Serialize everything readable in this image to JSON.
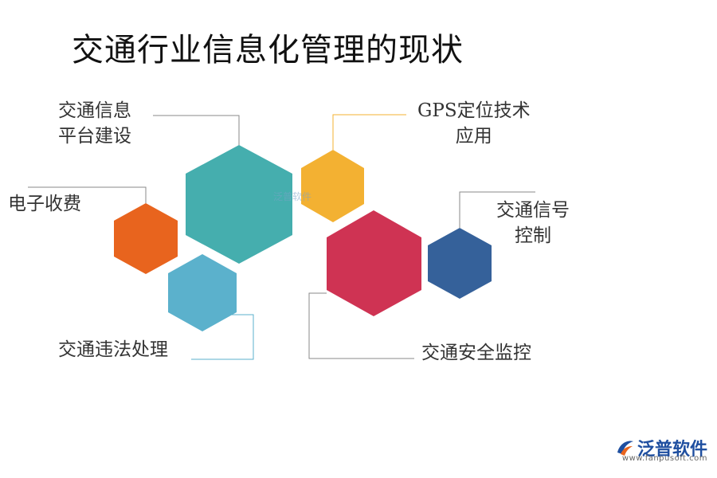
{
  "title": "交通行业信息化管理的现状",
  "nodes": {
    "platform": {
      "lines": [
        "交通信息",
        "平台建设"
      ],
      "color": "#45aeae"
    },
    "gps": {
      "lines": [
        "GPS定位技术",
        "应用"
      ],
      "color": "#f3b132"
    },
    "toll": {
      "lines": [
        "电子收费"
      ],
      "color": "#e8641e"
    },
    "signal": {
      "lines": [
        "交通信号",
        "控制"
      ],
      "color": "#35619a"
    },
    "violation": {
      "lines": [
        "交通违法处理"
      ],
      "color": "#5bb1cc"
    },
    "security": {
      "lines": [
        "交通安全监控"
      ],
      "color": "#cf3353"
    }
  },
  "connector_colors": {
    "gray": "#8a8a8a",
    "gold": "#f3b132",
    "blue": "#5bb1cc"
  },
  "watermark": "泛普软件",
  "logo": {
    "text": "泛普软件",
    "url": "www.fanpusoft.com",
    "icon": "fanpu-logo-icon"
  }
}
